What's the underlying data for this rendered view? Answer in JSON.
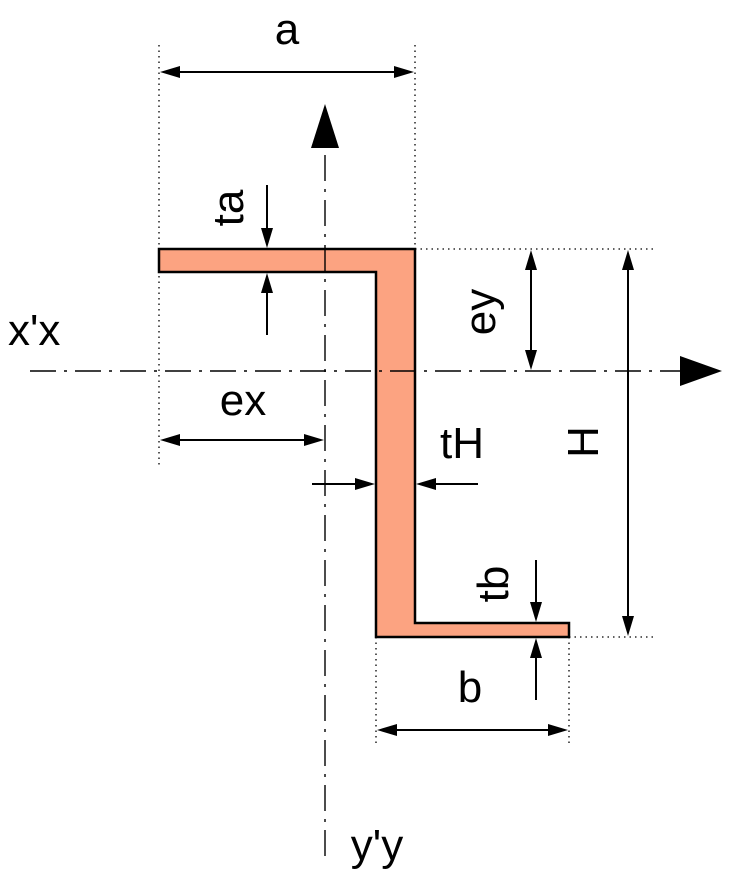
{
  "diagram": {
    "section_fill": "#FCA381",
    "outline_color": "#000000",
    "labels": {
      "a": "a",
      "ta": "ta",
      "xx": "x'x",
      "ey": "ey",
      "ex": "ex",
      "tH": "tH",
      "H": "H",
      "tb": "tb",
      "b": "b",
      "yy": "y'y"
    }
  }
}
